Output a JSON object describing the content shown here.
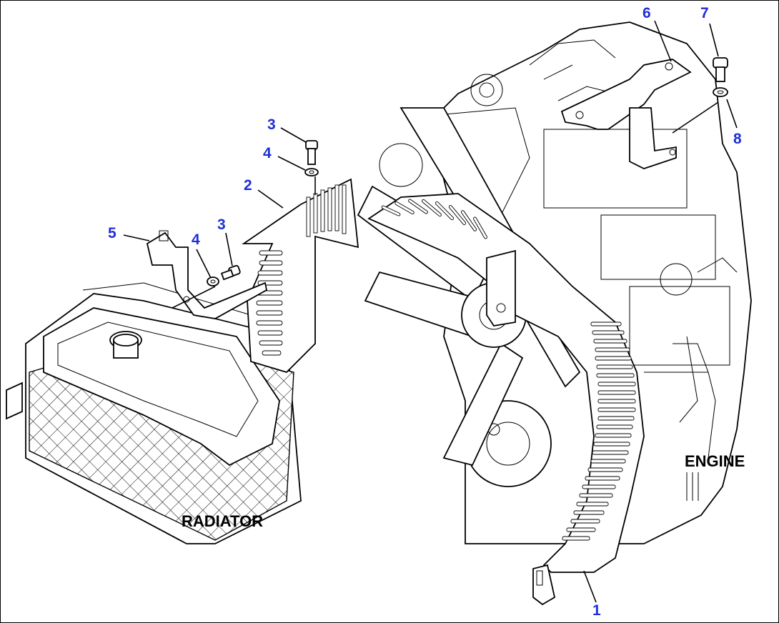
{
  "captions": {
    "radiator": "RADIATOR",
    "engine": "ENGINE"
  },
  "callouts": [
    {
      "id": "fan-guard-lower",
      "number": "1"
    },
    {
      "id": "fan-guard-upper",
      "number": "2"
    },
    {
      "id": "bolt-upper",
      "number": "3"
    },
    {
      "id": "washer-upper",
      "number": "4"
    },
    {
      "id": "bracket-left",
      "number": "5"
    },
    {
      "id": "washer-left",
      "number": "4"
    },
    {
      "id": "bolt-left",
      "number": "3"
    },
    {
      "id": "bracket-top",
      "number": "6"
    },
    {
      "id": "bolt-right",
      "number": "7"
    },
    {
      "id": "washer-right",
      "number": "8"
    }
  ],
  "colors": {
    "callout": "#1f2fd6",
    "line": "#000000",
    "background": "#ffffff"
  }
}
